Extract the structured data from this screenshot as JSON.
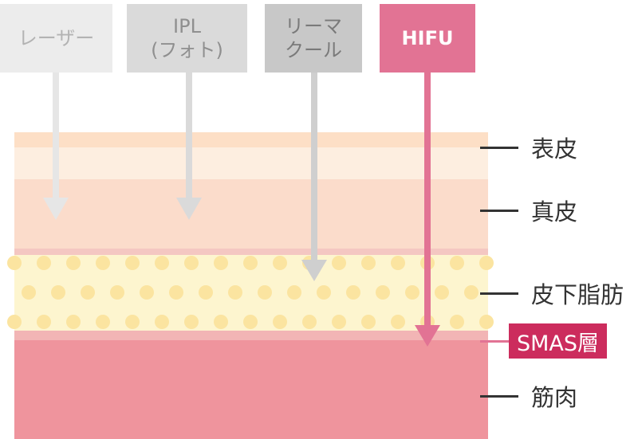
{
  "techniques": {
    "laser": "レーザー",
    "ipl": "IPL\n(フォト)",
    "rf": "リーマ\nクール",
    "hifu": "HIFU"
  },
  "layers": {
    "epidermis": "表皮",
    "dermis": "真皮",
    "subcutaneous_fat": "皮下脂肪",
    "smas": "SMAS層",
    "muscle": "筋肉"
  },
  "colors": {
    "hifu_accent": "#e27394",
    "smas_tag": "#cc2c5d",
    "arrow_gray": "#d2d2d2",
    "fat_dots": "#fbe4a0"
  }
}
